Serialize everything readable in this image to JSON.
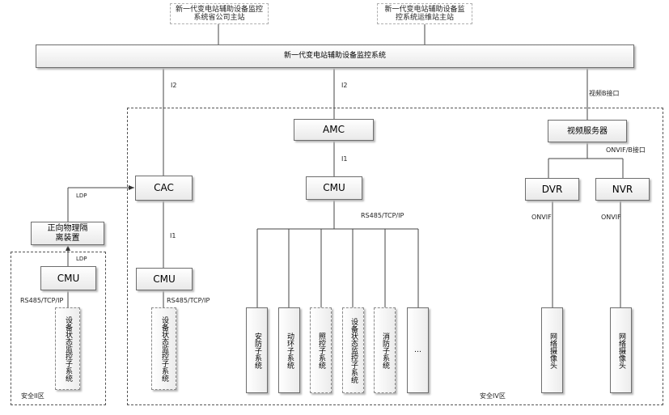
{
  "top_boxes": {
    "company": "新一代变电站辅助设备监控系统省公司主站",
    "ops": "新一代变电站辅助设备监控系统运维站主站"
  },
  "main_bar": "新一代变电站辅助设备监控系统",
  "links": {
    "i2_left": "I2",
    "i2_mid": "I2",
    "video_b": "视频B接口",
    "onvif_b": "ONVIF/B接口",
    "i1_mid": "I1",
    "i1_left": "I1",
    "ldp_top": "LDP",
    "ldp_bottom": "LDP",
    "rs485_mid": "RS485/TCP/IP",
    "rs485_left": "RS485/TCP/IP",
    "rs485_cac": "RS485/TCP/IP",
    "onvif_dvr": "ONVIF",
    "onvif_nvr": "ONVIF"
  },
  "nodes": {
    "amc": "AMC",
    "video_server": "视频服务器",
    "cac": "CAC",
    "cmu_mid": "CMU",
    "dvr": "DVR",
    "nvr": "NVR",
    "isolator": "正向物理隔离装置",
    "cmu_left": "CMU",
    "cmu_cac": "CMU"
  },
  "subsystems": {
    "left_monitor": "设备状态监控子系统",
    "cac_monitor": "设备状态监控子系统",
    "security": "安防子系统",
    "environment": "动环子系统",
    "lighting": "照控子系统",
    "monitor": "设备状态监控子系统",
    "fire": "消防子系统",
    "more": "…",
    "camera_dvr": "网络摄像头",
    "camera_nvr": "网络摄像头"
  },
  "zones": {
    "zone_ii": "安全II区",
    "zone_iv": "安全IV区"
  }
}
